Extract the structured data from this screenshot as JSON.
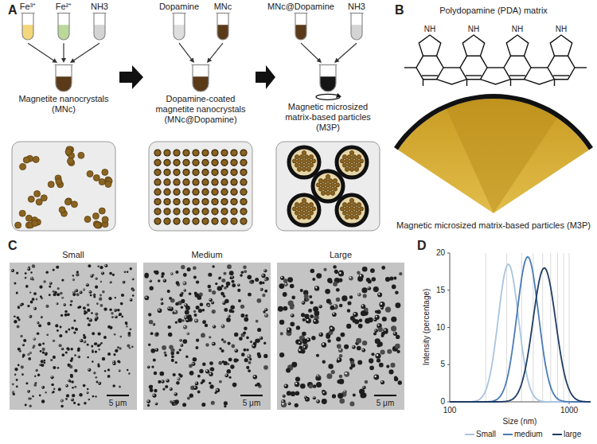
{
  "diagram": {
    "nodes": [
      {
        "text": [
          "Fe³⁺"
        ]
      },
      {
        "text": [
          "Fe²⁺"
        ]
      },
      {
        "text": [
          "NH3"
        ]
      },
      {
        "text": [
          "Magnetite nanocrystals (MNc)"
        ]
      },
      {
        "text": [
          "Dopamine"
        ]
      },
      {
        "text": [
          "MNc"
        ]
      },
      {
        "text": [
          "Dopamine-coated magnetite nanocrystals (MNc@Dopamine)"
        ]
      },
      {
        "text": [
          "MNc@Dopamine"
        ]
      },
      {
        "text": [
          "NH3"
        ]
      },
      {
        "text": [
          "Magnetic microsized matrix-based particles (M3P)"
        ]
      }
    ],
    "edges": [
      {
        "from": 0,
        "to": 3,
        "arrow": "to"
      },
      {
        "from": 1,
        "to": 3,
        "arrow": "to"
      },
      {
        "from": 2,
        "to": 3,
        "arrow": "to"
      },
      {
        "from": 4,
        "to": 6,
        "arrow": "to"
      },
      {
        "from": 5,
        "to": 6,
        "arrow": "to"
      },
      {
        "from": 7,
        "to": 9,
        "arrow": "to"
      },
      {
        "from": 8,
        "to": 9,
        "arrow": "to"
      }
    ],
    "labels": [
      "A",
      "B",
      "Polydopamine (PDA) matrix",
      "NH",
      "NH",
      "NH",
      "NH",
      "Magnetic microsized matrix-based particles (M3P)",
      "C",
      "Small",
      "Medium",
      "Large",
      "5 μm",
      "5 μm",
      "5 μm",
      "D",
      "20",
      "15",
      "10",
      "5",
      "0",
      "100",
      "1000",
      "Intensity (percentage)",
      "Size (nm)"
    ],
    "legend": [
      {
        "text": "Small"
      },
      {
        "text": "medium"
      },
      {
        "text": "large"
      }
    ]
  }
}
